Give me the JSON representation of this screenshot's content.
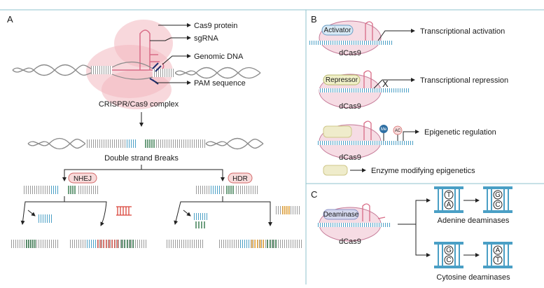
{
  "panels": {
    "a": "A",
    "b": "B",
    "c": "C"
  },
  "panel_a": {
    "cas9_protein": "Cas9 protein",
    "sgrna": "sgRNA",
    "genomic_dna": "Genomic DNA",
    "pam_sequence": "PAM sequence",
    "complex": "CRISPR/Cas9 complex",
    "dsb": "Double strand Breaks",
    "nhej": "NHEJ",
    "hdr": "HDR"
  },
  "panel_b": {
    "activator": "Activator",
    "repressor": "Repressor",
    "dcas9_1": "dCas9",
    "dcas9_2": "dCas9",
    "dcas9_3": "dCas9",
    "activation": "Transcriptional activation",
    "repression": "Transcriptional repression",
    "epigenetic": "Epigenetic regulation",
    "enzyme_legend": "Enzyme modifying epigenetics",
    "me_mark": "Me",
    "ac_mark": "AC"
  },
  "panel_c": {
    "deaminase": "Deaminase",
    "dcas9": "dCas9",
    "adenine": "Adenine deaminases",
    "cytosine": "Cytosine deaminases",
    "a_before_top": "T",
    "a_before_bottom": "A",
    "a_after_top": "G",
    "a_after_bottom": "C",
    "c_before_top": "G",
    "c_before_bottom": "C",
    "c_after_top": "A",
    "c_after_bottom": "T"
  },
  "colors": {
    "border": "#8fc3cc",
    "cas9_pink": "#f2b8bf",
    "dcas9_fill": "#f6dce4",
    "dna_blue": "#4a9fc5",
    "dna_grey": "#9a9a9a",
    "green": "#1f6b3a",
    "red": "#d9453a",
    "orange": "#f0a020",
    "activator_fill": "#d7e9f5",
    "repressor_fill": "#f0f0c8",
    "enzyme_fill": "#efeccb",
    "deaminase_fill": "#d5d8ee",
    "nhej_fill": "#f8dada"
  }
}
